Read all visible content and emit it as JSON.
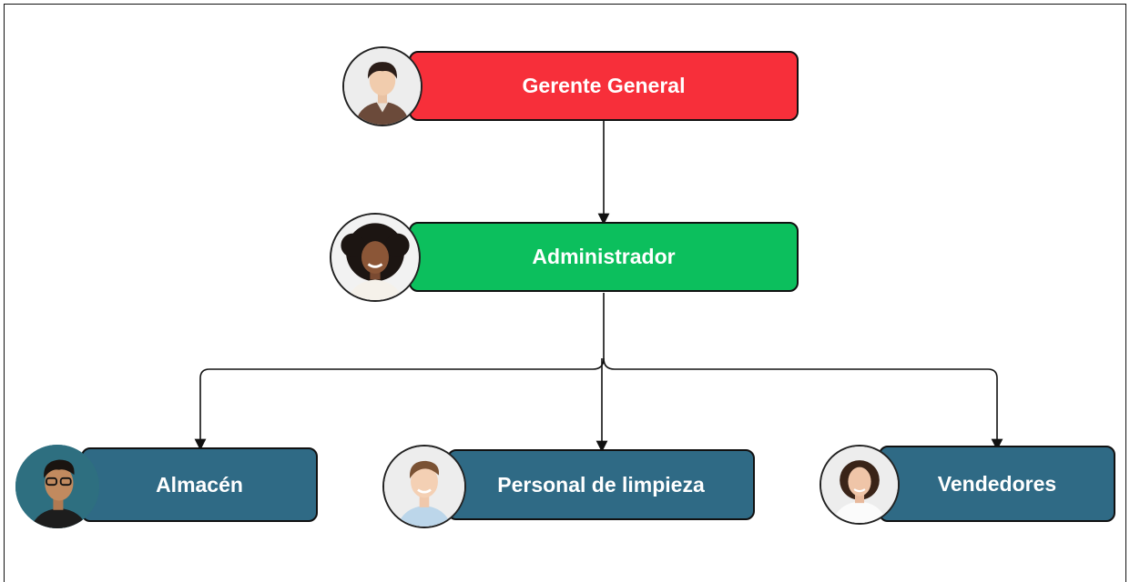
{
  "org_chart": {
    "nodes": [
      {
        "id": "gerente",
        "label": "Gerente General",
        "color": "#f72f3a",
        "avatar_icon": "person-avatar-icon"
      },
      {
        "id": "administrador",
        "label": "Administrador",
        "color": "#0cbf5d",
        "avatar_icon": "person-avatar-icon"
      },
      {
        "id": "almacen",
        "label": "Almacén",
        "color": "#2f6a85",
        "avatar_icon": "person-avatar-icon"
      },
      {
        "id": "limpieza",
        "label": "Personal de limpieza",
        "color": "#2f6a85",
        "avatar_icon": "person-avatar-icon"
      },
      {
        "id": "vendedores",
        "label": "Vendedores",
        "color": "#2f6a85",
        "avatar_icon": "person-avatar-icon"
      }
    ],
    "edges": [
      {
        "from": "gerente",
        "to": "administrador"
      },
      {
        "from": "administrador",
        "to": "almacen"
      },
      {
        "from": "administrador",
        "to": "limpieza"
      },
      {
        "from": "administrador",
        "to": "vendedores"
      }
    ]
  }
}
